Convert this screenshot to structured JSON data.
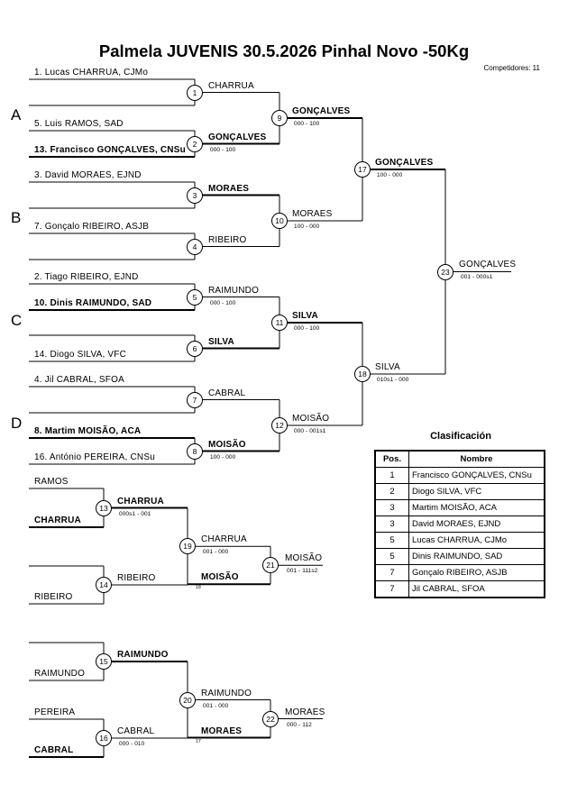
{
  "header": {
    "title": "Palmela JUVENIS  30.5.2026  Pinhal Novo   -50Kg",
    "competitors": "Competidores: 11"
  },
  "groups": [
    "A",
    "B",
    "C",
    "D"
  ],
  "entrants": [
    {
      "label": "1. Lucas CHARRUA, CJMo",
      "bold": false
    },
    {
      "label": "5. Luis RAMOS, SAD",
      "bold": false
    },
    {
      "label": "13. Francisco GONÇALVES, CNSu",
      "bold": true
    },
    {
      "label": "3. David MORAES, EJND",
      "bold": false
    },
    {
      "label": "7. Gonçalo RIBEIRO, ASJB",
      "bold": false
    },
    {
      "label": "2. Tiago RIBEIRO, EJND",
      "bold": false
    },
    {
      "label": "10. Dinis RAIMUNDO, SAD",
      "bold": true
    },
    {
      "label": "14. Diogo SILVA, VFC",
      "bold": false
    },
    {
      "label": "4. Jil CABRAL, SFOA",
      "bold": false
    },
    {
      "label": "8. Martim MOISÃO, ACA",
      "bold": true
    },
    {
      "label": "16. António PEREIRA, CNSu",
      "bold": false
    }
  ],
  "matches": [
    {
      "no": "1",
      "winner": "CHARRUA",
      "bold": false,
      "score": ""
    },
    {
      "no": "2",
      "winner": "GONÇALVES",
      "bold": true,
      "score": "000 - 100"
    },
    {
      "no": "3",
      "winner": "MORAES",
      "bold": true,
      "score": ""
    },
    {
      "no": "4",
      "winner": "RIBEIRO",
      "bold": false,
      "score": ""
    },
    {
      "no": "5",
      "winner": "RAIMUNDO",
      "bold": false,
      "score": "000 - 100"
    },
    {
      "no": "6",
      "winner": "SILVA",
      "bold": true,
      "score": ""
    },
    {
      "no": "7",
      "winner": "CABRAL",
      "bold": false,
      "score": ""
    },
    {
      "no": "8",
      "winner": "MOISÃO",
      "bold": true,
      "score": "100 - 000"
    },
    {
      "no": "9",
      "winner": "GONÇALVES",
      "bold": true,
      "score": "000 - 100"
    },
    {
      "no": "10",
      "winner": "MORAES",
      "bold": false,
      "score": "100 - 000"
    },
    {
      "no": "11",
      "winner": "SILVA",
      "bold": true,
      "score": "000 - 100"
    },
    {
      "no": "12",
      "winner": "MOISÃO",
      "bold": false,
      "score": "000 - 001s1"
    },
    {
      "no": "17",
      "winner": "GONÇALVES",
      "bold": true,
      "score": "100 - 000"
    },
    {
      "no": "18",
      "winner": "SILVA",
      "bold": false,
      "score": "010s1 - 000"
    },
    {
      "no": "23",
      "winner": "GONÇALVES",
      "bold": false,
      "score": "001 - 000s1"
    }
  ],
  "repechage": {
    "entrants": [
      {
        "label": "RAMOS",
        "bold": false
      },
      {
        "label": "CHARRUA",
        "bold": true
      },
      {
        "label": "RIBEIRO",
        "bold": false
      },
      {
        "label": "RAIMUNDO",
        "bold": false
      },
      {
        "label": "PEREIRA",
        "bold": false
      },
      {
        "label": "CABRAL",
        "bold": true
      }
    ],
    "fed": [
      {
        "label": "MOISÃO",
        "bold": true,
        "ref": "18"
      },
      {
        "label": "MORAES",
        "bold": true,
        "ref": "17"
      }
    ],
    "matches": [
      {
        "no": "13",
        "winner": "CHARRUA",
        "bold": true,
        "score": "000s1 - 001"
      },
      {
        "no": "14",
        "winner": "RIBEIRO",
        "bold": false,
        "score": ""
      },
      {
        "no": "19",
        "winner": "CHARRUA",
        "bold": false,
        "score": "001 - 000"
      },
      {
        "no": "21",
        "winner": "MOISÃO",
        "bold": false,
        "score": "001 - 111s2"
      },
      {
        "no": "15",
        "winner": "RAIMUNDO",
        "bold": true,
        "score": ""
      },
      {
        "no": "16",
        "winner": "CABRAL",
        "bold": false,
        "score": "000 - 010"
      },
      {
        "no": "20",
        "winner": "RAIMUNDO",
        "bold": false,
        "score": "001 - 000"
      },
      {
        "no": "22",
        "winner": "MORAES",
        "bold": false,
        "score": "000 - 112"
      }
    ]
  },
  "classification": {
    "title": "Clasificación",
    "headers": [
      "Pos.",
      "Nombre"
    ],
    "rows": [
      {
        "pos": "1",
        "name": "Francisco GONÇALVES, CNSu"
      },
      {
        "pos": "2",
        "name": "Diogo SILVA, VFC"
      },
      {
        "pos": "3",
        "name": "Martim MOISÃO, ACA"
      },
      {
        "pos": "3",
        "name": "David MORAES, EJND"
      },
      {
        "pos": "5",
        "name": "Lucas CHARRUA, CJMo"
      },
      {
        "pos": "5",
        "name": "Dinis RAIMUNDO, SAD"
      },
      {
        "pos": "7",
        "name": "Gonçalo RIBEIRO, ASJB"
      },
      {
        "pos": "7",
        "name": "Jil CABRAL, SFOA"
      }
    ]
  }
}
